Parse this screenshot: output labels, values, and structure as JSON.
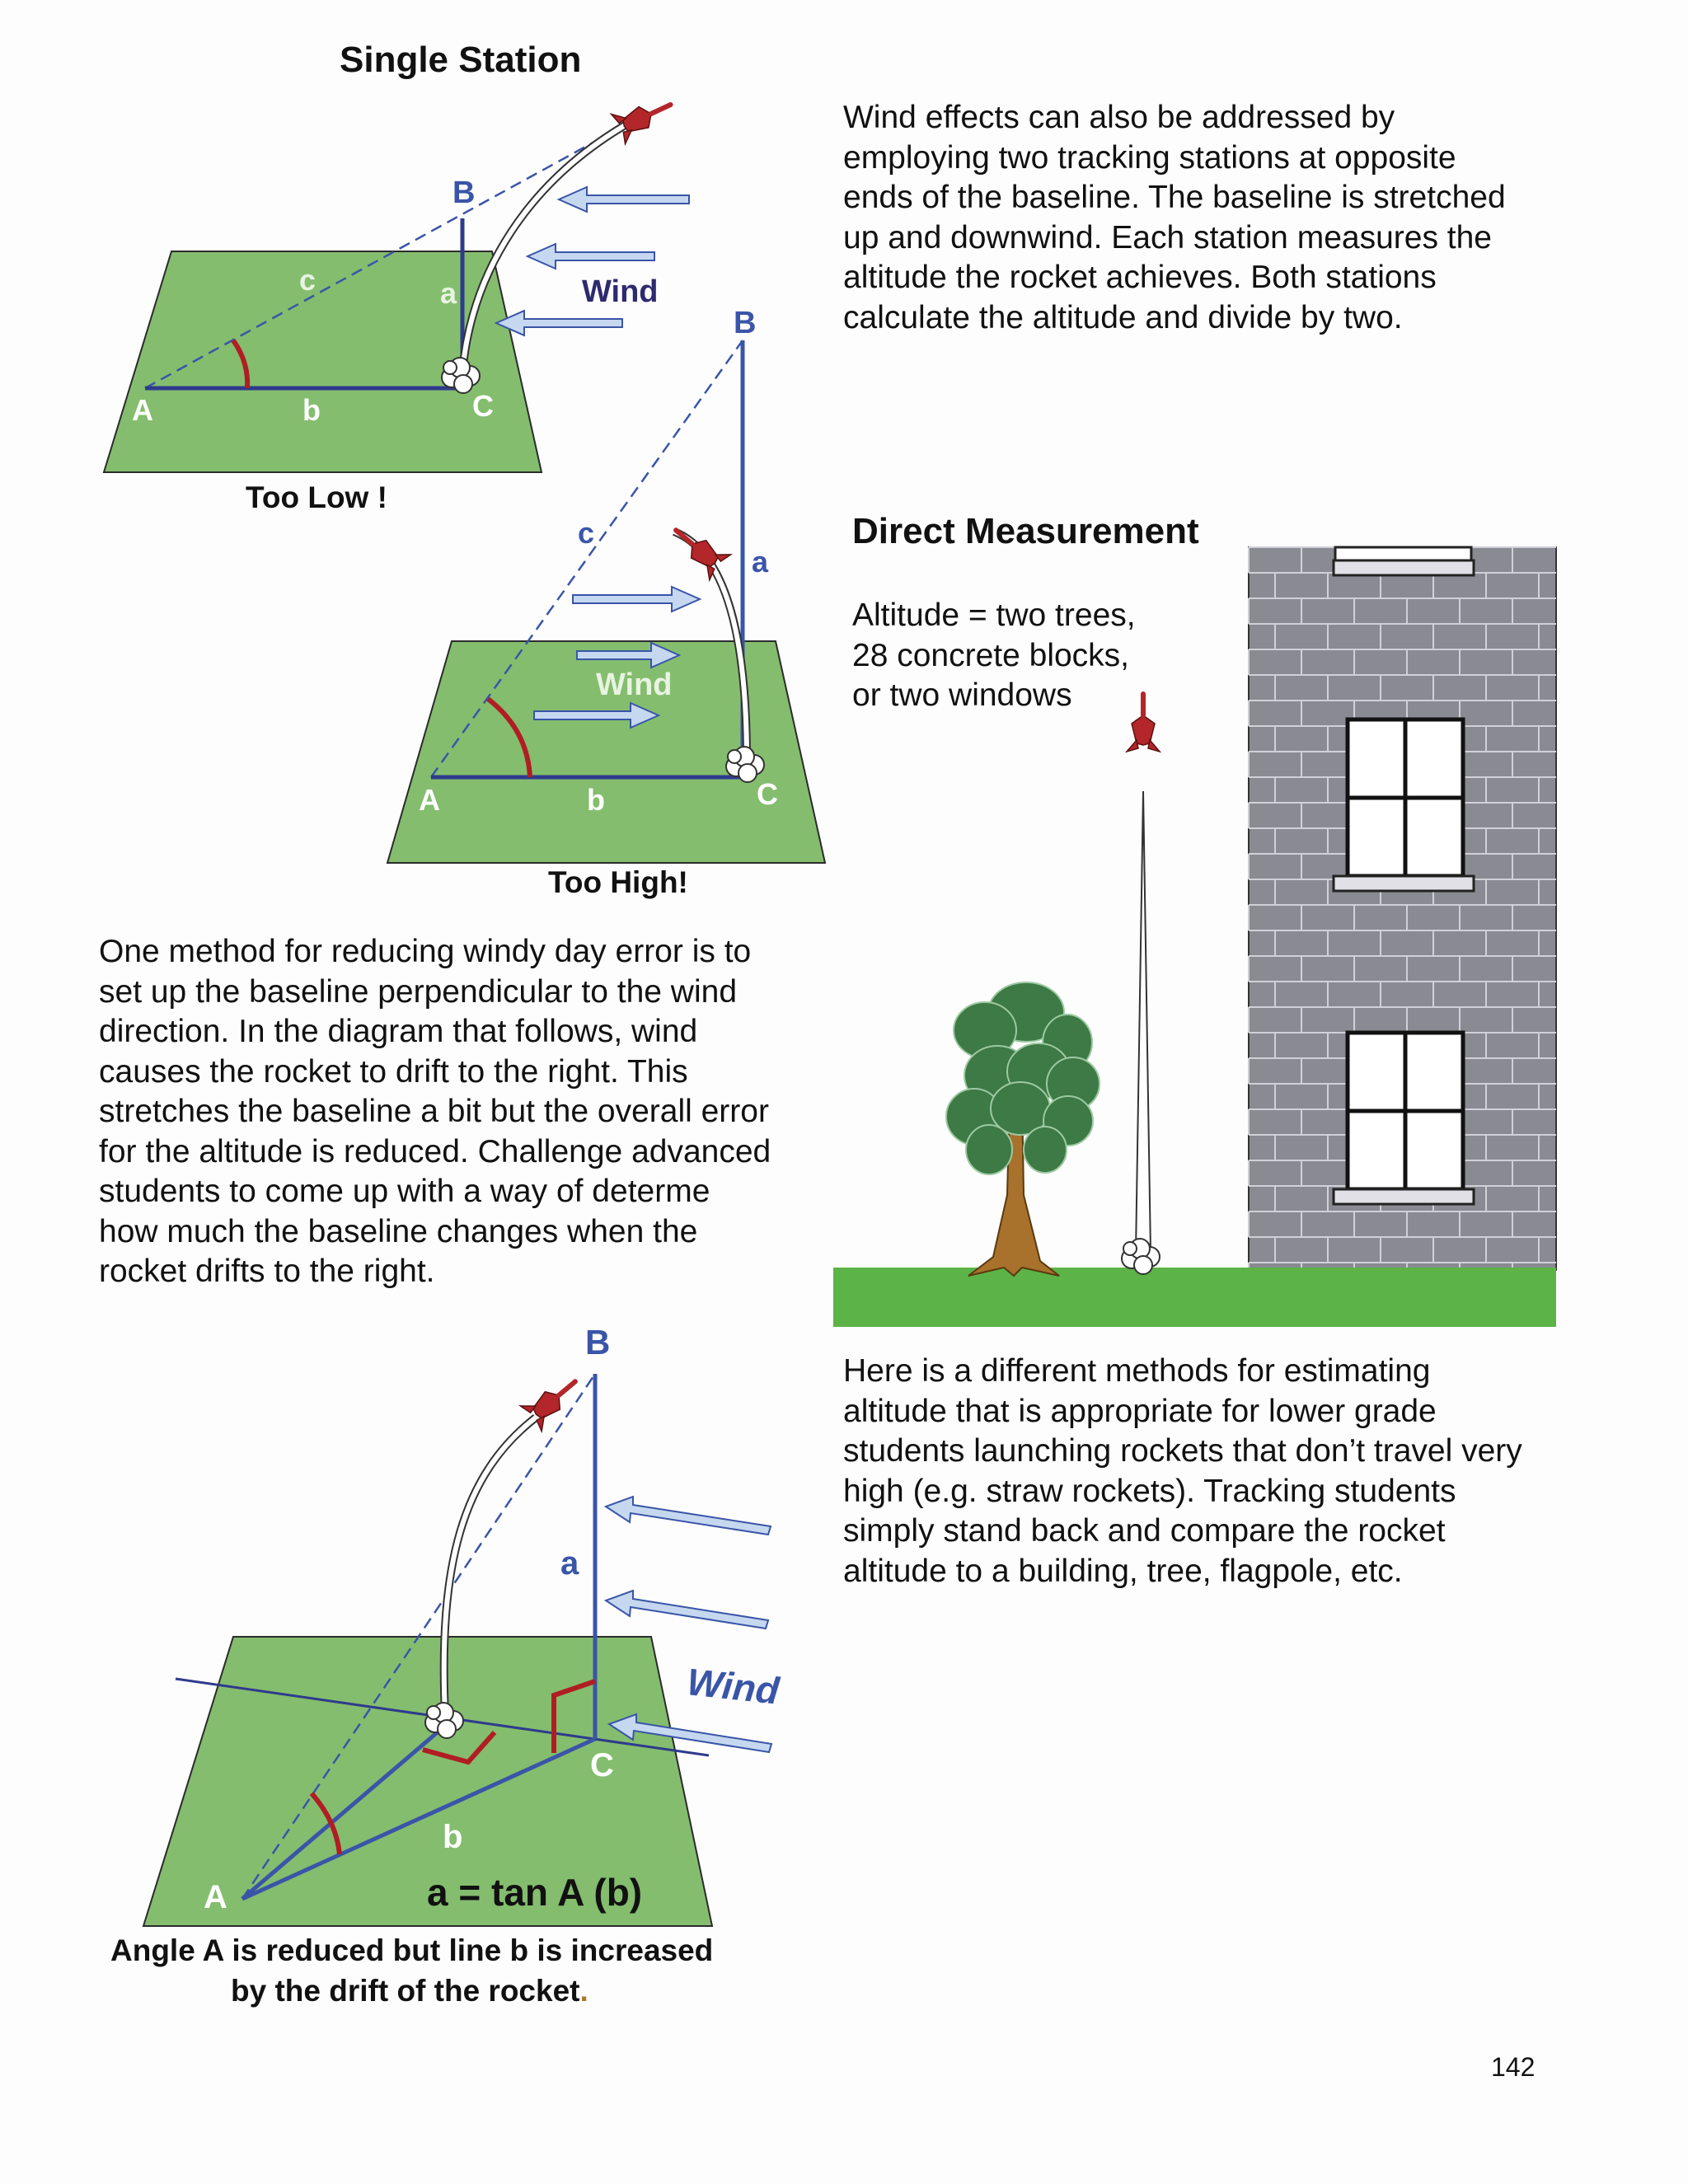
{
  "single_station": {
    "title": "Single Station",
    "too_low": {
      "caption": "Too Low !",
      "labels": {
        "A": "A",
        "B": "B",
        "C": "C",
        "a": "a",
        "b": "b",
        "c": "c"
      },
      "wind_label": "Wind"
    },
    "too_high": {
      "caption": "Too High!",
      "labels": {
        "A": "A",
        "B": "B",
        "C": "C",
        "a": "a",
        "b": "b",
        "c": "c"
      },
      "wind_label": "Wind"
    },
    "perpendicular": {
      "labels": {
        "A": "A",
        "B": "B",
        "C": "C",
        "a": "a",
        "b": "b"
      },
      "wind_label": "Wind",
      "formula": "a = tan A (b)",
      "caption_line1": "Angle A is reduced but line b is increased",
      "caption_line2": "by the drift of the rocket",
      "caption_period": "."
    }
  },
  "text": {
    "wind_two_stations": "Wind effects can also be addressed by\nemploying two tracking stations at opposite\nends of the baseline.  The baseline is stretched\nup and downwind.  Each station measures the\naltitude the rocket achieves.  Both stations\ncalculate the altitude and divide by two.",
    "perpendicular_method": "One method for reducing windy day error is to\nset up the baseline perpendicular to the wind\ndirection.  In the diagram that follows, wind\ncauses the rocket to drift to the right.  This\nstretches the baseline a bit but the overall error\nfor the altitude is reduced.  Challenge advanced\nstudents to come up with a way of determe\nhow much the baseline changes when the\nrocket drifts to the right.",
    "different_method": "Here is a different methods for estimating\naltitude that is appropriate for lower grade\nstudents launching rockets that don’t travel very\nhigh (e.g. straw rockets).  Tracking students\nsimply stand back and compare the rocket\naltitude to a building, tree, flagpole, etc."
  },
  "direct_measurement": {
    "title": "Direct Measurement",
    "description": "Altitude = two trees,\n28 concrete blocks,\nor two windows"
  },
  "page_number": "142",
  "colors": {
    "grass": "#84bd6e",
    "baseline": "#2e3b8c",
    "vertical": "#3a55a8",
    "angle_arc": "#b01e23",
    "wind_arrow": "#c5d8f0",
    "brick": "#8a8a93",
    "ground": "#5cb347",
    "tree_foliage": "#3d7a45",
    "tree_trunk": "#a8722c",
    "rocket": "#b3262a"
  }
}
